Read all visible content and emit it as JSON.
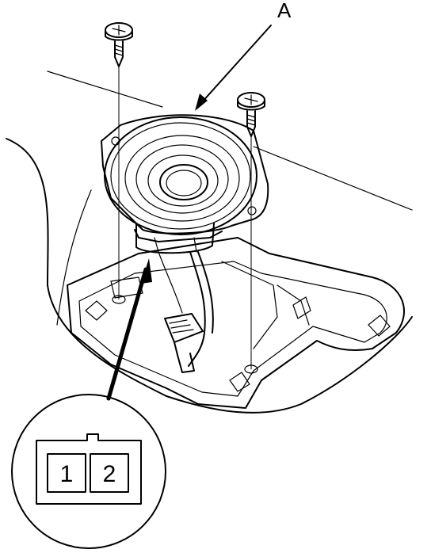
{
  "callout_label": "A",
  "connector": {
    "pins": [
      "1",
      "2"
    ]
  },
  "colors": {
    "line": "#000000",
    "background": "#ffffff"
  }
}
